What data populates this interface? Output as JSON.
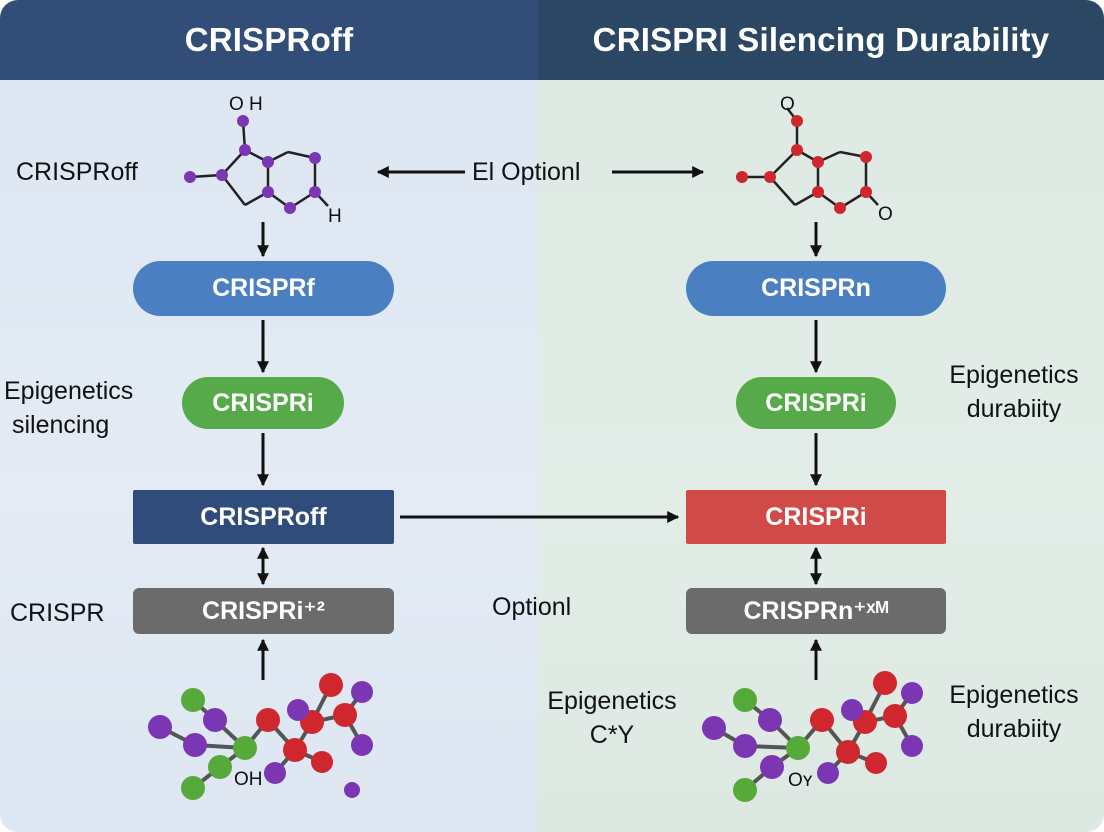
{
  "header": {
    "left_title": "CRISPRoff",
    "right_title": "CRISPRI Silencing Durability"
  },
  "labels": {
    "left_top": "CRISPRoff",
    "middle_top": "El Optionl",
    "left_mid_line1": "Epigenetics",
    "left_mid_line2": "silencing",
    "right_mid_line1": "Epigenetics",
    "right_mid_line2": "durabiity",
    "left_bottom": "CRISPR",
    "middle_bottom": "Optionl",
    "center_bottom_line1": "Epigenetics",
    "center_bottom_line2": "C*Y",
    "right_bottom_line1": "Epigenetics",
    "right_bottom_line2": "durabiity"
  },
  "boxes": {
    "left_1": "CRISPRf",
    "left_2": "CRISPRi",
    "left_3": "CRISPRoff",
    "left_4": "CRISPRi⁺²",
    "right_1": "CRISPRn",
    "right_2": "CRISPRi",
    "right_3": "CRISPRi",
    "right_4": "CRISPRn⁺ˣᴹ"
  },
  "molecules": {
    "top_left_label_1": "O H",
    "top_left_label_2": "H",
    "top_right_label_1": "O",
    "top_right_label_2": "O",
    "bottom_left_label": "OH",
    "bottom_right_label": "Oʏ"
  },
  "colors": {
    "header_left": "#324e78",
    "header_right": "#2b4763",
    "blue_pill": "#4a7fc1",
    "green_pill": "#57aa4a",
    "navy_box": "#2f4c7a",
    "red_box": "#d04a48",
    "gray_box": "#6b6b6b",
    "atom_purple": "#7b36b4",
    "atom_red": "#d0262e",
    "atom_green": "#56aa3a"
  }
}
